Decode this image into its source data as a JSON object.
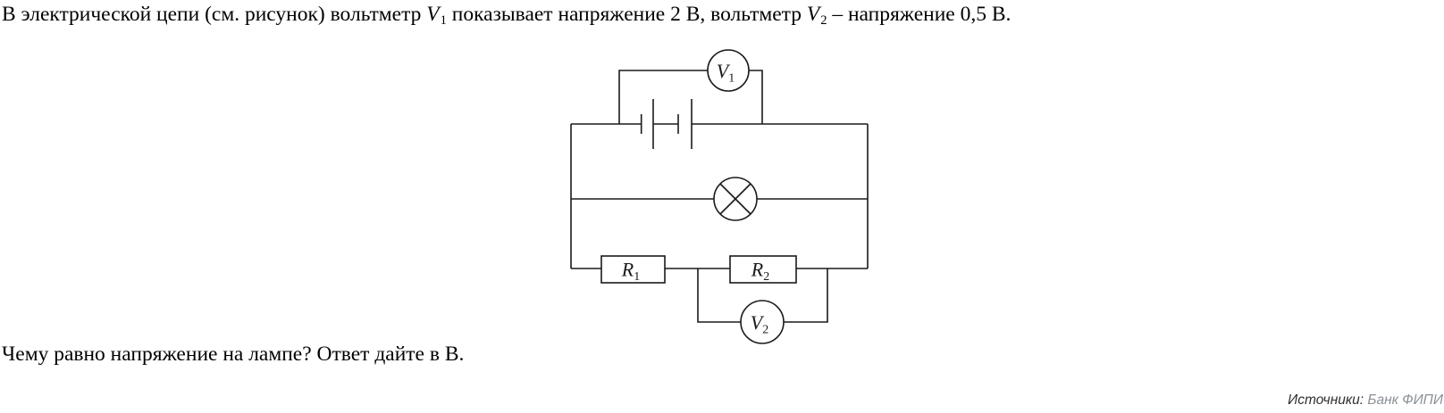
{
  "problem": {
    "intro": {
      "part1": "В электрической цепи (см. рисунок) вольтметр ",
      "v1": {
        "main": "V",
        "sub": "1"
      },
      "part2": " показывает напряжение 2 В, вольтметр ",
      "v2": {
        "main": "V",
        "sub": "2"
      },
      "part3": " – напряжение 0,5 В."
    },
    "question": "Чему равно напряжение на лампе? Ответ дайте в В."
  },
  "circuit": {
    "voltmeter1": {
      "main": "V",
      "sub": "1"
    },
    "voltmeter2": {
      "main": "V",
      "sub": "2"
    },
    "resistor1": {
      "main": "R",
      "sub": "1"
    },
    "resistor2": {
      "main": "R",
      "sub": "2"
    },
    "components": [
      "battery-2-cells",
      "voltmeter-V1",
      "lamp",
      "resistor-R1",
      "resistor-R2",
      "voltmeter-V2"
    ]
  },
  "source": {
    "label": "Источники:",
    "value": "Банк ФИПИ"
  },
  "colors": {
    "line": "#1a1a1a",
    "text": "#000000",
    "source_label": "#2f2f2f",
    "source_value": "#8b9196"
  }
}
